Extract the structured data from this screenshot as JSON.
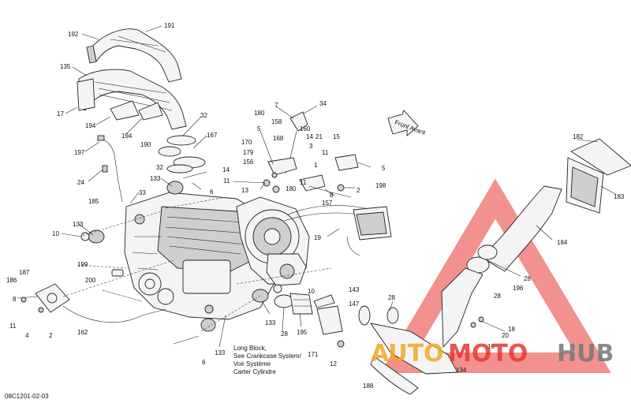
{
  "diagram": {
    "figure_code": "08C1201-02-03",
    "front_arrow": "Front Avant",
    "note": [
      "Long Block,",
      "See Crankcase System/",
      "Voir Système",
      "Carter Cylindre"
    ],
    "callouts": [
      {
        "id": "c192",
        "text": "192"
      },
      {
        "id": "c191",
        "text": "191"
      },
      {
        "id": "c135",
        "text": "135"
      },
      {
        "id": "c17",
        "text": "17"
      },
      {
        "id": "c194a",
        "text": "194"
      },
      {
        "id": "c194b",
        "text": "194"
      },
      {
        "id": "c32a",
        "text": "32"
      },
      {
        "id": "c190",
        "text": "190"
      },
      {
        "id": "c167",
        "text": "167"
      },
      {
        "id": "c32b",
        "text": "32"
      },
      {
        "id": "c197",
        "text": "197"
      },
      {
        "id": "c24",
        "text": "24"
      },
      {
        "id": "c133a",
        "text": "133"
      },
      {
        "id": "c6a",
        "text": "6"
      },
      {
        "id": "c33",
        "text": "33"
      },
      {
        "id": "c185",
        "text": "185"
      },
      {
        "id": "c133b",
        "text": "133"
      },
      {
        "id": "c10a",
        "text": "10"
      },
      {
        "id": "c199",
        "text": "199"
      },
      {
        "id": "c187",
        "text": "187"
      },
      {
        "id": "c186",
        "text": "186"
      },
      {
        "id": "c200",
        "text": "200"
      },
      {
        "id": "c8a",
        "text": "8"
      },
      {
        "id": "c11a",
        "text": "11"
      },
      {
        "id": "c4",
        "text": "4"
      },
      {
        "id": "c2a",
        "text": "2"
      },
      {
        "id": "c162",
        "text": "162"
      },
      {
        "id": "c6b",
        "text": "6"
      },
      {
        "id": "c133c",
        "text": "133"
      },
      {
        "id": "c180a",
        "text": "180"
      },
      {
        "id": "c7",
        "text": "7"
      },
      {
        "id": "c34",
        "text": "34"
      },
      {
        "id": "c5a",
        "text": "5"
      },
      {
        "id": "c158",
        "text": "158"
      },
      {
        "id": "c160",
        "text": "160"
      },
      {
        "id": "c168",
        "text": "168"
      },
      {
        "id": "c14a",
        "text": "14"
      },
      {
        "id": "c170",
        "text": "170"
      },
      {
        "id": "c3",
        "text": "3"
      },
      {
        "id": "c179",
        "text": "179"
      },
      {
        "id": "c156",
        "text": "156"
      },
      {
        "id": "c14b",
        "text": "14"
      },
      {
        "id": "c11b",
        "text": "11"
      },
      {
        "id": "c13",
        "text": "13"
      },
      {
        "id": "c180b",
        "text": "180"
      },
      {
        "id": "c21",
        "text": "21"
      },
      {
        "id": "c1",
        "text": "1"
      },
      {
        "id": "c11c",
        "text": "11"
      },
      {
        "id": "c15",
        "text": "15"
      },
      {
        "id": "c11d",
        "text": "11"
      },
      {
        "id": "c5b",
        "text": "5"
      },
      {
        "id": "c198",
        "text": "198"
      },
      {
        "id": "c2b",
        "text": "2"
      },
      {
        "id": "c8b",
        "text": "8"
      },
      {
        "id": "c157",
        "text": "157"
      },
      {
        "id": "c19",
        "text": "19"
      },
      {
        "id": "c10b",
        "text": "10"
      },
      {
        "id": "c133d",
        "text": "133"
      },
      {
        "id": "c28a",
        "text": "28"
      },
      {
        "id": "c195",
        "text": "195"
      },
      {
        "id": "c143",
        "text": "143"
      },
      {
        "id": "c147",
        "text": "147"
      },
      {
        "id": "c171",
        "text": "171"
      },
      {
        "id": "c12",
        "text": "12"
      },
      {
        "id": "c28b",
        "text": "28"
      },
      {
        "id": "c182",
        "text": "182"
      },
      {
        "id": "c183",
        "text": "183"
      },
      {
        "id": "c184",
        "text": "184"
      },
      {
        "id": "c28c",
        "text": "28"
      },
      {
        "id": "c196",
        "text": "196"
      },
      {
        "id": "c28d",
        "text": "28"
      },
      {
        "id": "c18",
        "text": "18"
      },
      {
        "id": "c20",
        "text": "20"
      },
      {
        "id": "c16",
        "text": "16"
      },
      {
        "id": "c134",
        "text": "134"
      },
      {
        "id": "c188",
        "text": "188"
      }
    ]
  },
  "watermark": {
    "brand_part1": "AUTO",
    "brand_part2": "MOTO",
    "brand_part3": "HUB",
    "colors": {
      "triangle": "#e8372f",
      "brand_orange": "#f5a623",
      "brand_red": "#e8372f",
      "brand_gray": "#777777"
    }
  }
}
